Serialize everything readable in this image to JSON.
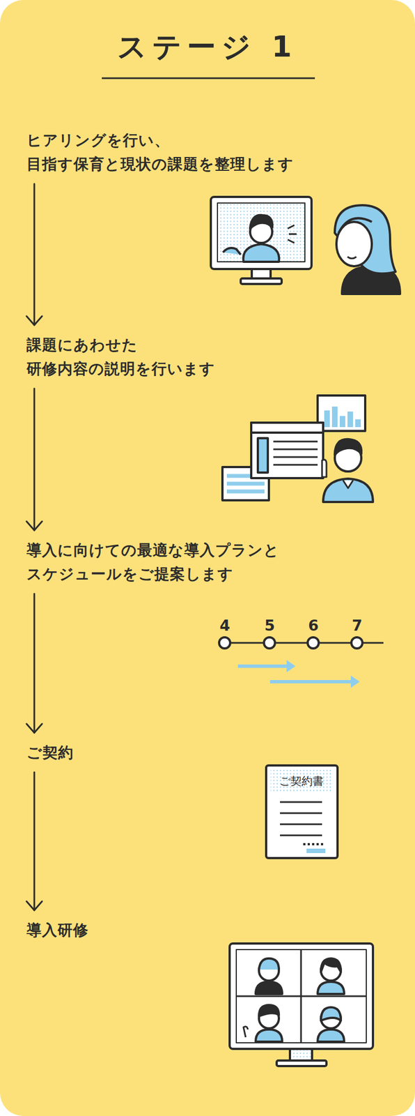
{
  "diagram": {
    "title": "ステージ 1",
    "nodes": [
      {
        "text": [
          "ヒアリングを行い、 目指す保育と現状の課題を整理します"
        ]
      },
      {
        "text": [
          "課題にあわせた 研修内容の説明を行います"
        ]
      },
      {
        "text": [
          "導入に向けての最適な導入プランと スケジュールをご提案します"
        ]
      },
      {
        "text": [
          "ご契約"
        ]
      },
      {
        "text": [
          "導入研修"
        ]
      }
    ],
    "edges": [
      {
        "from": 0,
        "to": 1,
        "arrow": "to"
      },
      {
        "from": 1,
        "to": 2,
        "arrow": "to"
      },
      {
        "from": 2,
        "to": 3,
        "arrow": "to"
      },
      {
        "from": 3,
        "to": 4,
        "arrow": "to"
      }
    ],
    "labels": [
      "4",
      "5",
      "6",
      "7",
      "ご契約書"
    ]
  }
}
